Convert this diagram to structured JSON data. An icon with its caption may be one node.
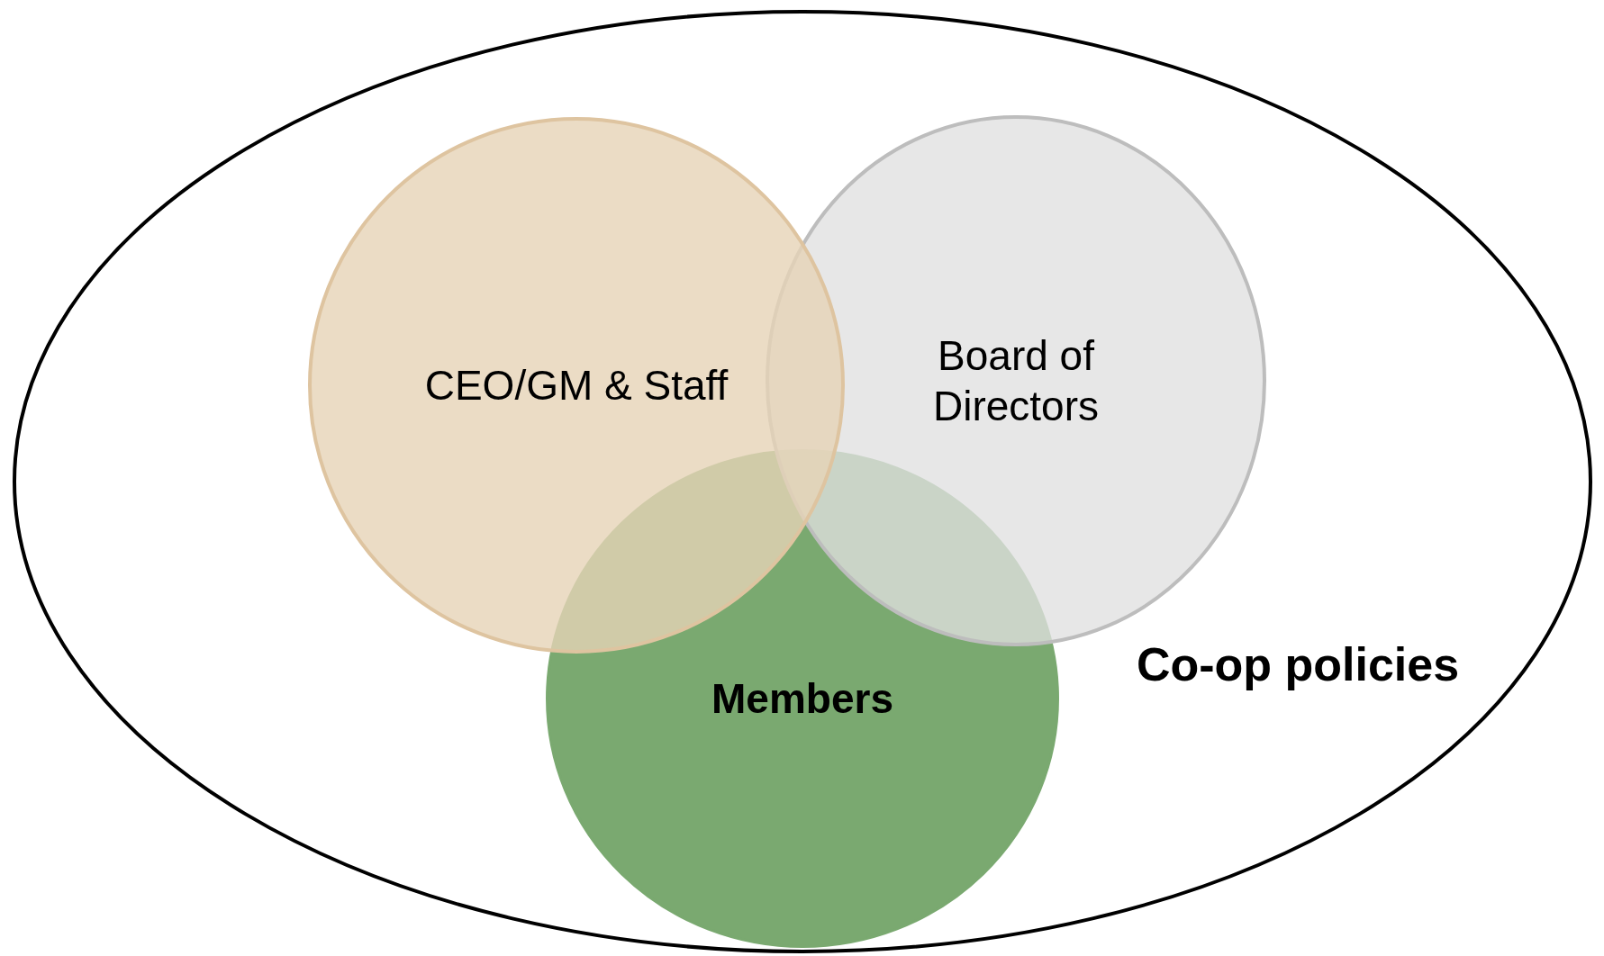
{
  "diagram": {
    "nodes": [
      {
        "text": [
          "Co-op policies"
        ]
      },
      {
        "text": [
          "Members"
        ],
        "in": 0
      },
      {
        "text": [
          "Board of Directors"
        ],
        "in": 0
      },
      {
        "text": [
          "CEO/GM & Staff"
        ],
        "in": 0
      }
    ]
  }
}
